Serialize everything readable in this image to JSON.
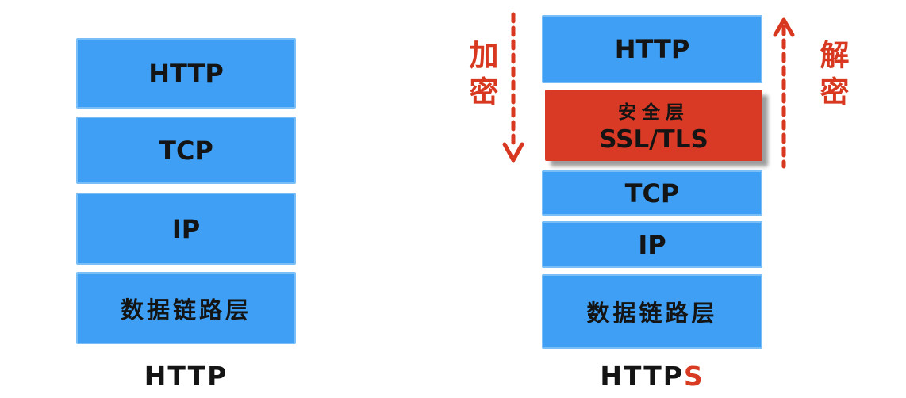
{
  "colors": {
    "layer_blue": "#3E9FF4",
    "layer_blue_edge": "#79BEF7",
    "security_red": "#D93A25",
    "annotation_red": "#D8381F",
    "text_black": "#141414",
    "background": "#ffffff"
  },
  "left_stack": {
    "layer_http": "HTTP",
    "layer_tcp": "TCP",
    "layer_ip": "IP",
    "layer_link": "数据链路层",
    "caption": "HTTP"
  },
  "right_stack": {
    "layer_http": "HTTP",
    "security_layer": {
      "line1": "安全层",
      "line2": "SSL/TLS"
    },
    "layer_tcp": "TCP",
    "layer_ip": "IP",
    "layer_link": "数据链路层",
    "caption_black": "HTTP",
    "caption_red_suffix": "S"
  },
  "annotations": {
    "encrypt": "加密",
    "decrypt": "解密"
  }
}
